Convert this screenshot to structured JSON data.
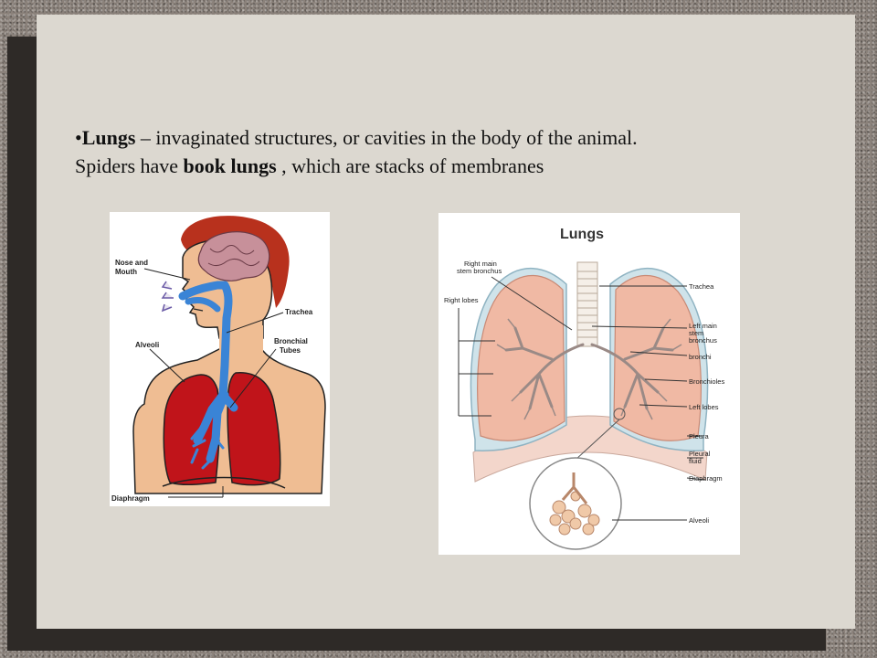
{
  "slide": {
    "bullet": "•",
    "term": "Lungs",
    "definition": " – invaginated structures, or cavities in the body of the animal.",
    "line2_prefix": "Spiders have ",
    "term2": "book lungs",
    "line2_suffix": " , which are stacks of membranes"
  },
  "figure_left": {
    "labels": {
      "nose_mouth_1": "Nose and",
      "nose_mouth_2": "Mouth",
      "trachea": "Trachea",
      "alveoli": "Alveoli",
      "bronchial_1": "Bronchial",
      "bronchial_2": "Tubes",
      "diaphragm": "Diaphragm"
    }
  },
  "figure_right": {
    "title": "Lungs",
    "labels": {
      "right_main_1": "Right main",
      "right_main_2": "stem bronchus",
      "right_lobes": "Right lobes",
      "trachea": "Trachea",
      "left_main_1": "Left main",
      "left_main_2": "stem",
      "left_main_3": "bronchus",
      "bronchi": "bronchi",
      "bronchioles": "Bronchioles",
      "left_lobes": "Left lobes",
      "pleura": "Pleura",
      "pleural_1": "Pleural",
      "pleural_2": "fluid",
      "diaphragm": "Diaphragm",
      "alveoli": "Alveoli"
    }
  }
}
